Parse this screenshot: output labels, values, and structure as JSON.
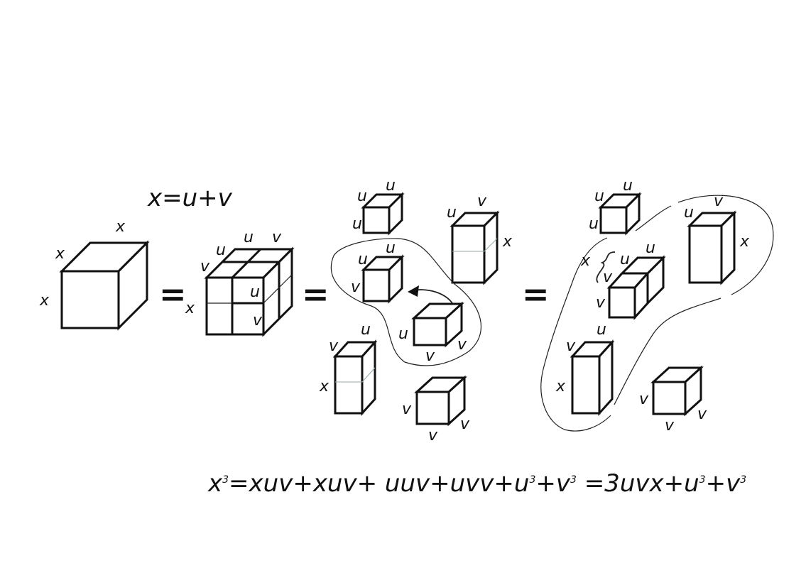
{
  "headline": "x=u+v",
  "equals_sign": "=",
  "labels": {
    "x": "x",
    "u": "u",
    "v": "v"
  },
  "formula": {
    "parts": [
      {
        "text": "x",
        "sup": "3"
      },
      {
        "text": "=xuv+xuv+ uuv+uvv+u",
        "sup": "3"
      },
      {
        "text": "+v",
        "sup": "3"
      },
      {
        "text": " =3uvx+u",
        "sup": "3"
      },
      {
        "text": "+v",
        "sup": "3"
      }
    ]
  },
  "colors": {
    "ink": "#111111",
    "hairline": "#99aaaa",
    "background": "#ffffff"
  }
}
